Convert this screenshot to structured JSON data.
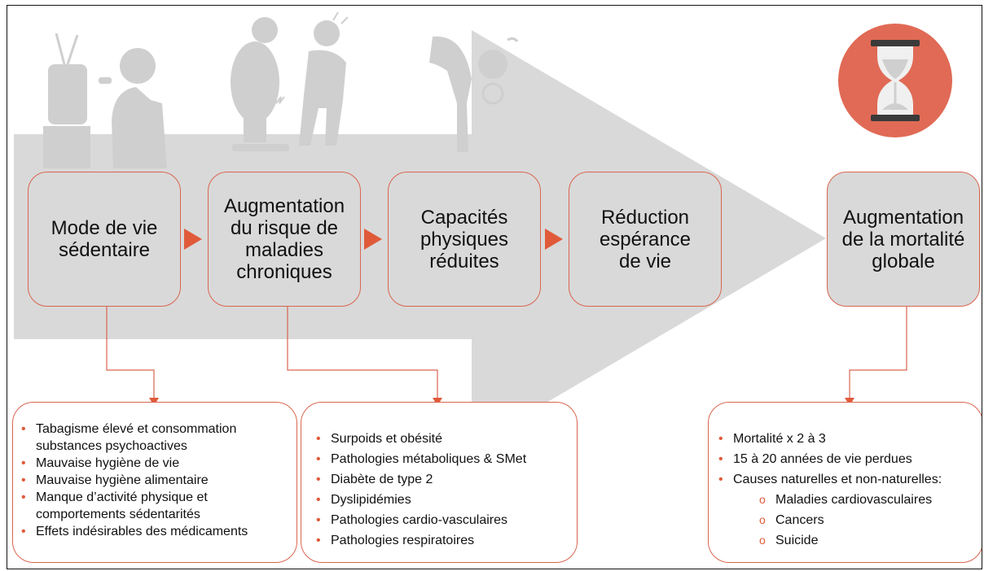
{
  "colors": {
    "arrow": "#d9d9d9",
    "accent": "#e05a3a",
    "border": "#d9654f",
    "icon": "#cfcfcf",
    "hourglass_bg": "#e06a55"
  },
  "icons": [
    "tv-sofa-icon",
    "obesity-chest-pain-icon",
    "tired-breathless-icon",
    "hourglass-icon"
  ],
  "steps": [
    {
      "label": "Mode de vie\nsédentaire"
    },
    {
      "label": "Augmentation\ndu risque de\nmaladies\nchroniques"
    },
    {
      "label": "Capacités\nphysiques\nréduites"
    },
    {
      "label": "Réduction\nespérance\nde vie"
    },
    {
      "label": "Augmentation\nde la mortalité\nglobale"
    }
  ],
  "cards": {
    "causes": [
      "Tabagisme élevé et consommation substances psychoactives",
      "Mauvaise hygiène de vie",
      "Mauvaise hygiène alimentaire",
      "Manque d’activité physique et comportements sédentarités",
      "Effets indésirables des médicaments"
    ],
    "diseases": [
      "Surpoids et obésité",
      "Pathologies métaboliques & SMet",
      "Diabète de type 2",
      "Dyslipidémies",
      "Pathologies cardio-vasculaires",
      "Pathologies respiratoires"
    ],
    "mortality": [
      "Mortalité x 2 à 3",
      "15 à 20 années de vie perdues",
      "Causes naturelles et non-naturelles:"
    ],
    "mortality_sub": [
      "Maladies cardiovasculaires",
      "Cancers",
      "Suicide"
    ]
  }
}
